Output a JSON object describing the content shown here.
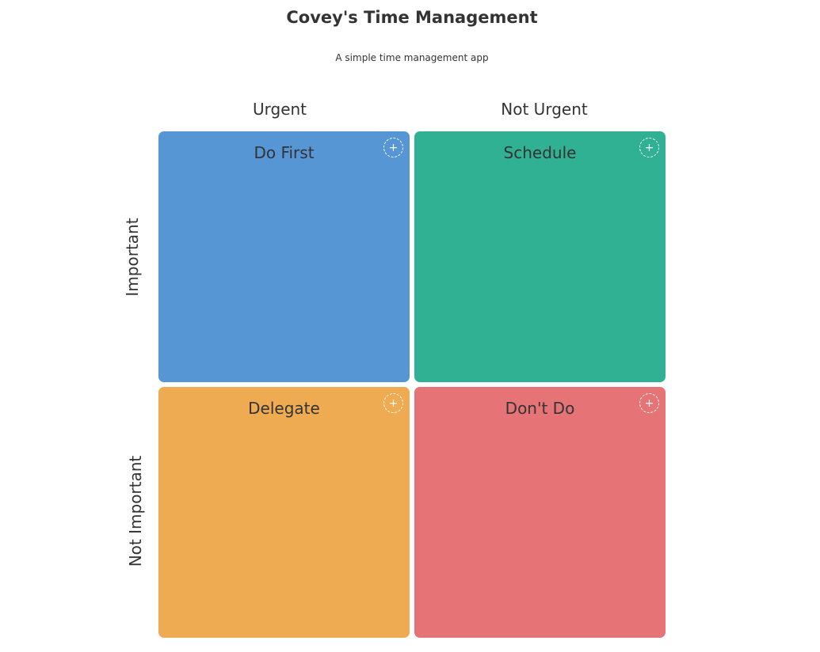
{
  "header": {
    "title": "Covey's Time Management",
    "subtitle": "A simple time management app"
  },
  "matrix": {
    "columns": [
      "Urgent",
      "Not Urgent"
    ],
    "rows": [
      "Important",
      "Not Important"
    ],
    "quadrants": [
      {
        "title": "Do First",
        "color": "#5696d4",
        "add_icon": "+"
      },
      {
        "title": "Schedule",
        "color": "#31b193",
        "add_icon": "+"
      },
      {
        "title": "Delegate",
        "color": "#eeab51",
        "add_icon": "+"
      },
      {
        "title": "Don't Do",
        "color": "#e67477",
        "add_icon": "+"
      }
    ]
  }
}
